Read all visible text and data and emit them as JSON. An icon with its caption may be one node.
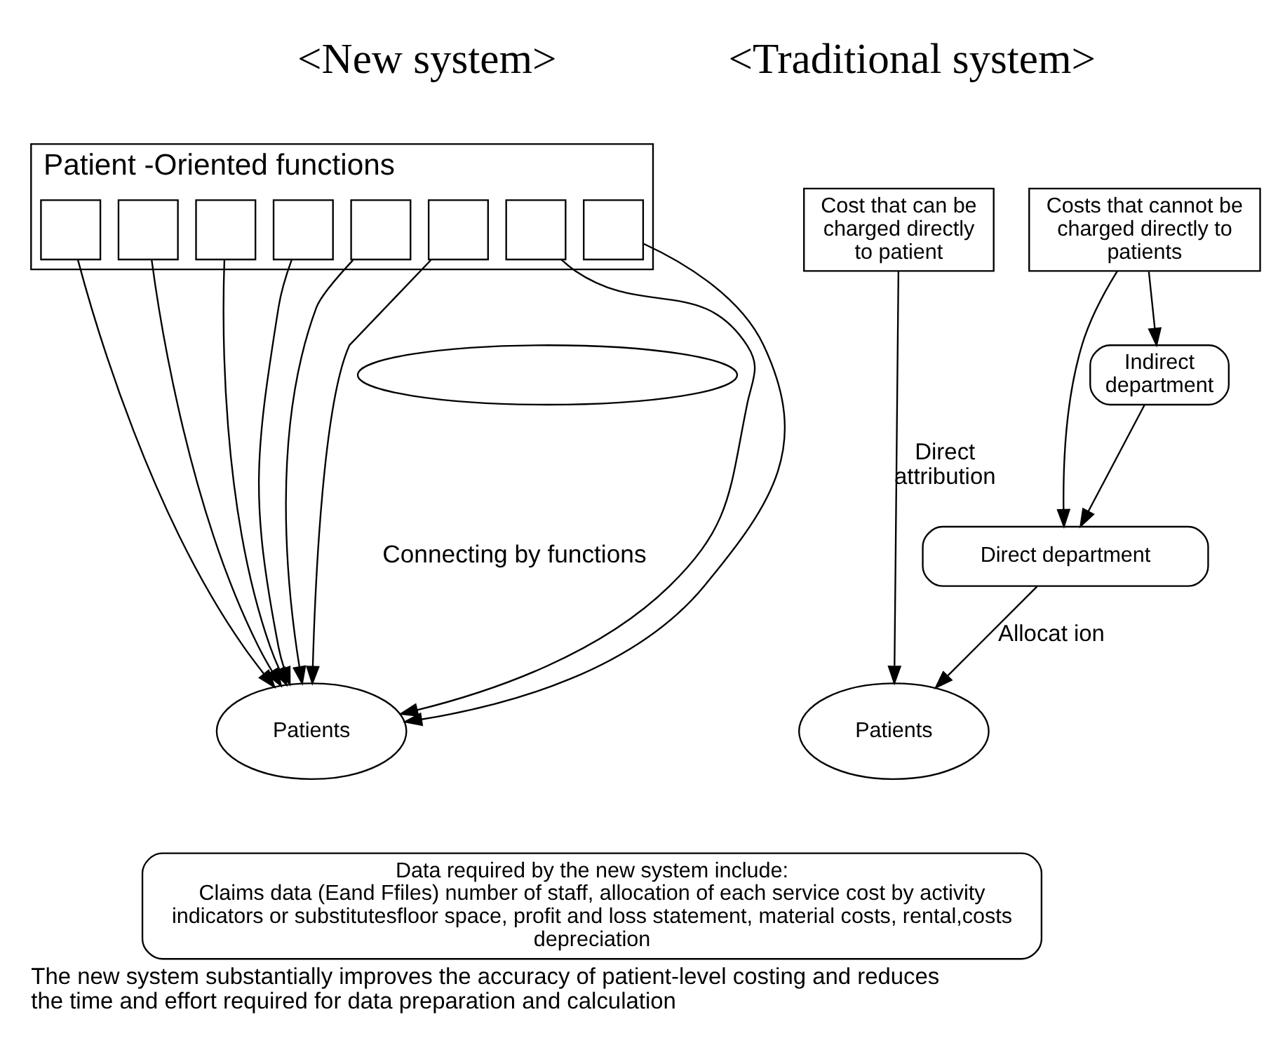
{
  "diagram": {
    "caption": "The new system substantially improves the accuracy of patient-level costing and reduces the time and effort required for data preparation and calculation",
    "nodes": [
      {
        "text": [
          "Patient -Oriented functions"
        ]
      },
      {
        "text": [],
        "shape": "box",
        "in": 0
      },
      {
        "text": [],
        "shape": "box",
        "in": 0
      },
      {
        "text": [],
        "shape": "box",
        "in": 0
      },
      {
        "text": [],
        "shape": "box",
        "in": 0
      },
      {
        "text": [],
        "shape": "box",
        "in": 0
      },
      {
        "text": [],
        "shape": "box",
        "in": 0
      },
      {
        "text": [],
        "shape": "box",
        "in": 0
      },
      {
        "text": [],
        "shape": "box",
        "in": 0
      },
      {
        "text": [],
        "shape": "ellipse"
      },
      {
        "text": [
          "Patients"
        ]
      },
      {
        "text": [
          "Cost that can be charged directly to patient"
        ]
      },
      {
        "text": [
          "Costs that cannot be charged directly to patients"
        ]
      },
      {
        "text": [
          "Indirect department"
        ]
      },
      {
        "text": [
          "Direct department"
        ]
      },
      {
        "text": [
          "Patients"
        ]
      },
      {
        "text": [
          "Data required by the new system include:",
          "Claims data (Eand Ffiles) number of staff, allocation of each service cost by activity indicators or substitutesfloor space, profit and loss statement, material costs, rental,costs depreciation"
        ]
      }
    ],
    "edges": [
      {
        "from": 1,
        "to": 10,
        "arrow": "to"
      },
      {
        "from": 2,
        "to": 10,
        "arrow": "to"
      },
      {
        "from": 3,
        "to": 10,
        "arrow": "to"
      },
      {
        "from": 4,
        "to": 10,
        "arrow": "to"
      },
      {
        "from": 5,
        "to": 10,
        "arrow": "to"
      },
      {
        "from": 6,
        "to": 10,
        "arrow": "to"
      },
      {
        "from": 7,
        "to": 10,
        "arrow": "to"
      },
      {
        "from": 8,
        "to": 10,
        "arrow": "to"
      },
      {
        "from": 11,
        "to": 15,
        "arrow": "to",
        "label": "Direct attribution"
      },
      {
        "from": 12,
        "to": 13,
        "arrow": "to"
      },
      {
        "from": 13,
        "to": 14,
        "arrow": "to"
      },
      {
        "from": 12,
        "to": 14,
        "arrow": "to"
      },
      {
        "from": 14,
        "to": 15,
        "arrow": "to",
        "label": "Allocat ion"
      }
    ],
    "labels": [
      "<New system>",
      "<Traditional system>",
      "Connecting by functions"
    ]
  }
}
